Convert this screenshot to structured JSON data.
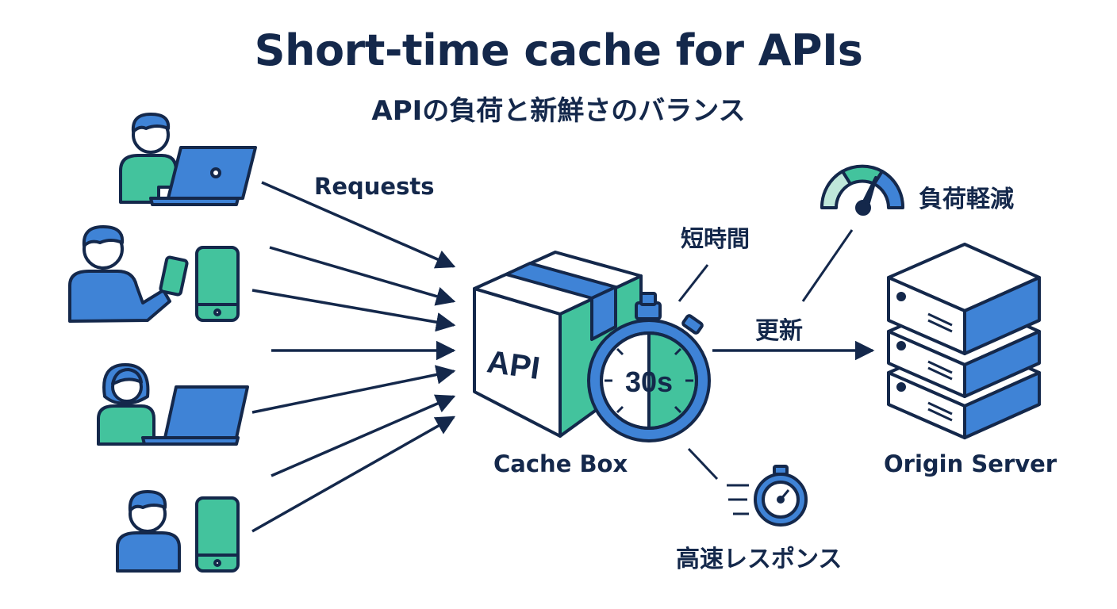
{
  "title": "Short-time cache for APIs",
  "subtitle": "APIの負荷と新鮮さのバランス",
  "labels": {
    "requests": "Requests",
    "short_time": "短時間",
    "load_reduction": "負荷軽減",
    "update": "更新",
    "cache_box": "Cache Box",
    "origin_server": "Origin Server",
    "fast_response": "高速レスポンス"
  },
  "box_label": "API",
  "timer_label": "30s",
  "colors": {
    "navy": "#14284b",
    "blue": "#3f83d6",
    "teal": "#43c39d",
    "light_teal": "#bfe7da",
    "light_blue": "#d7e6f8"
  }
}
